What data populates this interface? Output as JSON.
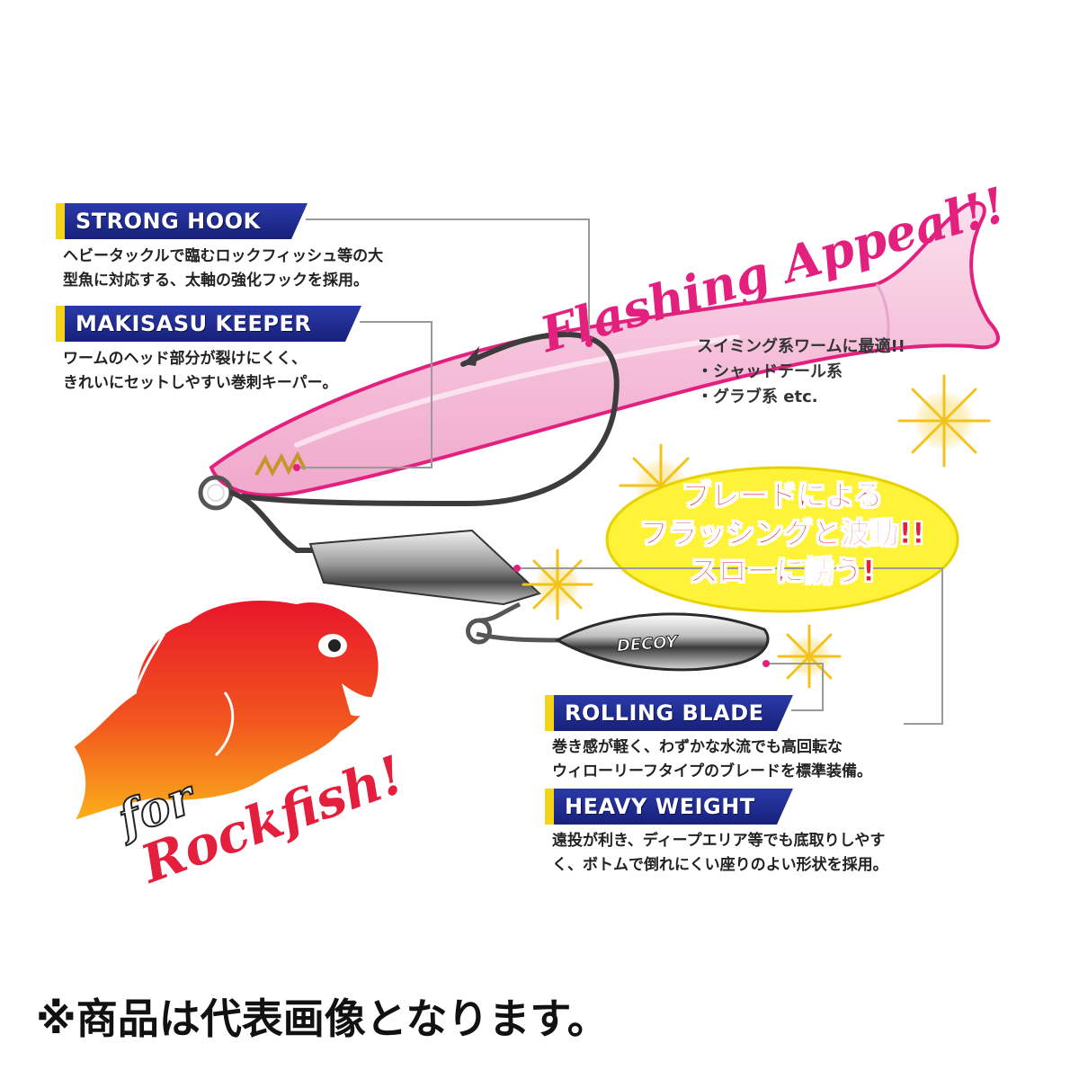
{
  "flash_appeal": "Flashing Appeal!!",
  "features": [
    {
      "title": "STRONG HOOK",
      "lines": [
        "ヘビータックルで臨むロックフィッシュ等の大",
        "型魚に対応する、太軸の強化フックを採用。"
      ]
    },
    {
      "title": "MAKISASU KEEPER",
      "lines": [
        "ワームのヘッド部分が裂けにくく、",
        "きれいにセットしやすい巻刺キーパー。"
      ]
    },
    {
      "title": "ROLLING BLADE",
      "lines": [
        "巻き感が軽く、わずかな水流でも高回転な",
        "ウィローリーフタイプのブレードを標準装備。"
      ]
    },
    {
      "title": "HEAVY WEIGHT",
      "lines": [
        "遠投が利き、ディープエリア等でも底取りしやす",
        "く、ボトムで倒れにくい座りのよい形状を採用。"
      ]
    }
  ],
  "swimming": {
    "lines": [
      "スイミング系ワームに最適!!",
      "・シャッドテール系",
      "・グラブ系 etc."
    ]
  },
  "bubble": {
    "lines": [
      "ブレードによる",
      "フラッシングと波動!!",
      "スローに誘う!"
    ],
    "color": "#fff33a",
    "text_color": "#e41f3d"
  },
  "blade_logo": "DECOY",
  "rockfish": {
    "for_text": "for",
    "name_text": "Rockfish!"
  },
  "footer_note": "※商品は代表画像となります。",
  "colors": {
    "label_bg": "#1f2c96",
    "label_accent": "#f5d31a",
    "worm_pink": "#f7c6de",
    "worm_outline": "#e4207f",
    "script_pink": "#e4207f",
    "leader_line": "#9a9a9a"
  }
}
